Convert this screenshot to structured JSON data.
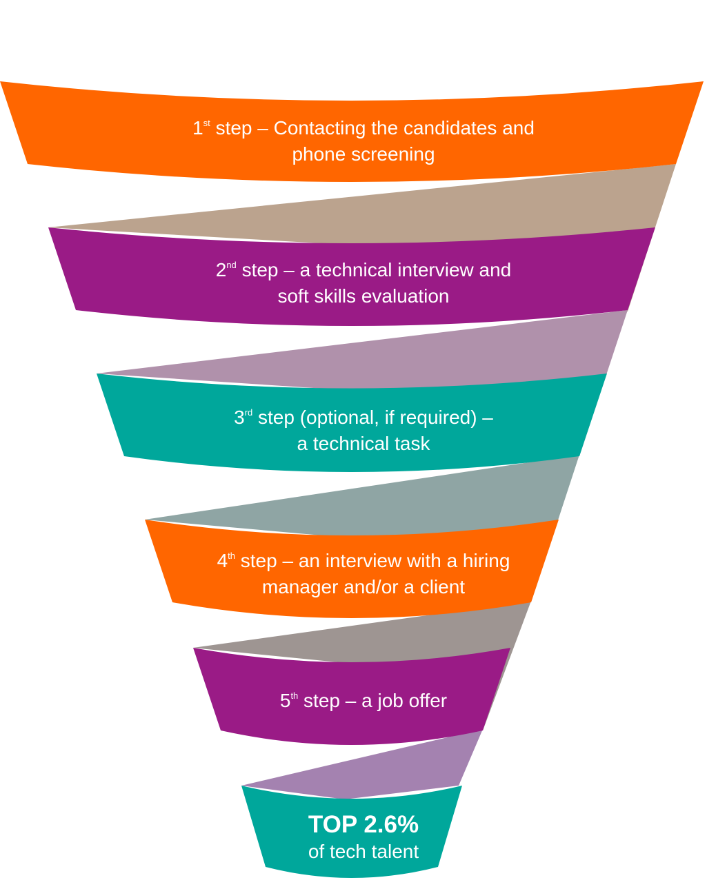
{
  "colors": {
    "orange": "#FF6600",
    "purple": "#9A1B86",
    "teal": "#00A79B",
    "connector_tan": "#BBA38E",
    "connector_mauve": "#B091AB",
    "connector_sage": "#8FA5A4",
    "connector_taupe": "#9E9592",
    "connector_lilac": "#A482B0"
  },
  "stages": [
    {
      "ordinal": "1",
      "suffix": "st",
      "line1_rest": " step – Contacting the candidates and",
      "line2": "phone screening",
      "color": "orange"
    },
    {
      "ordinal": "2",
      "suffix": "nd",
      "line1_rest": " step – a technical interview and",
      "line2": "soft skills evaluation",
      "color": "purple"
    },
    {
      "ordinal": "3",
      "suffix": "rd",
      "line1_rest": " step (optional, if required) –",
      "line2": "a technical task",
      "color": "teal"
    },
    {
      "ordinal": "4",
      "suffix": "th",
      "line1_rest": " step – an interview with a hiring",
      "line2": "manager and/or a client",
      "color": "orange"
    },
    {
      "ordinal": "5",
      "suffix": "th",
      "line1_rest": " step – a job offer",
      "line2": "",
      "color": "purple"
    }
  ],
  "final": {
    "title": "TOP 2.6%",
    "subtitle": "of tech talent",
    "color": "teal"
  }
}
